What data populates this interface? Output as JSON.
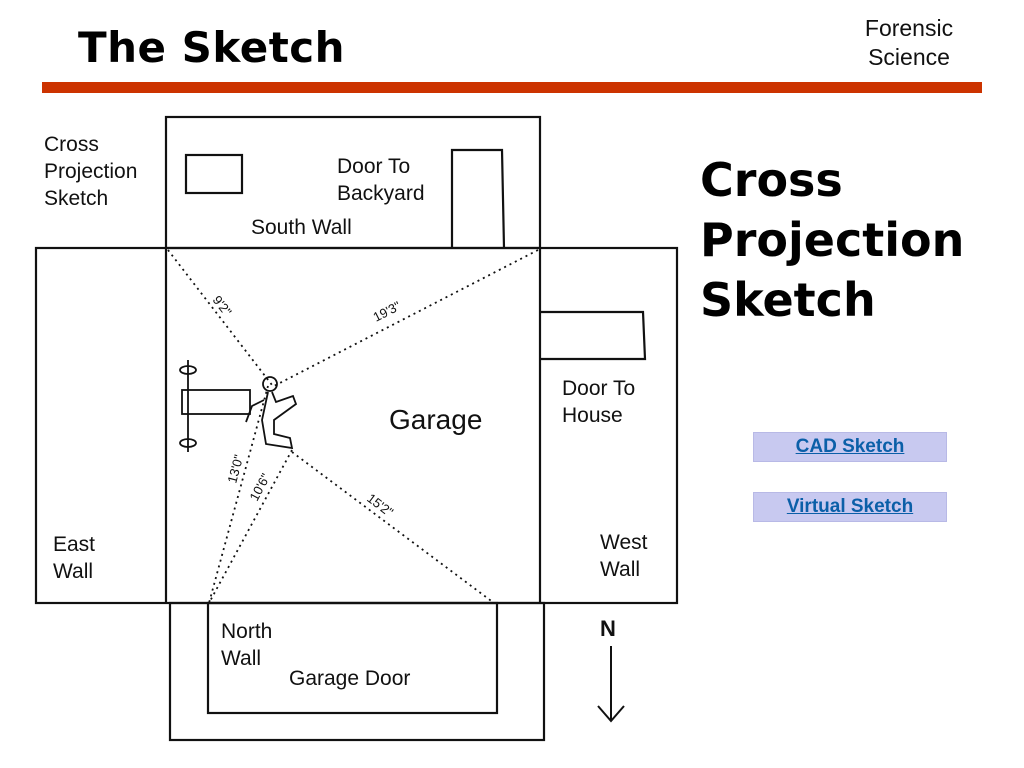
{
  "header": {
    "title": "The Sketch",
    "course_line1": "Forensic",
    "course_line2": "Science",
    "rule_color": "#cc3300"
  },
  "sketch": {
    "label_cross_projection": [
      "Cross",
      "Projection",
      "Sketch"
    ],
    "door_backyard": [
      "Door To",
      "Backyard"
    ],
    "south_wall": "South Wall",
    "door_house": [
      "Door To",
      "House"
    ],
    "garage": "Garage",
    "east_wall": [
      "East",
      "Wall"
    ],
    "west_wall": [
      "West",
      "Wall"
    ],
    "north_wall": [
      "North",
      "Wall"
    ],
    "garage_door": "Garage Door",
    "compass_label": "N",
    "measurements": [
      "9'2\"",
      "19'3\"",
      "13'0\"",
      "10'6\"",
      "15'2\""
    ]
  },
  "content": {
    "heading": [
      "Cross",
      "Projection",
      "Sketch"
    ]
  },
  "links": {
    "cad": "CAD Sketch",
    "virtual": "Virtual Sketch",
    "button_color": "#c8c9f0",
    "link_color": "#0b5fa8"
  }
}
